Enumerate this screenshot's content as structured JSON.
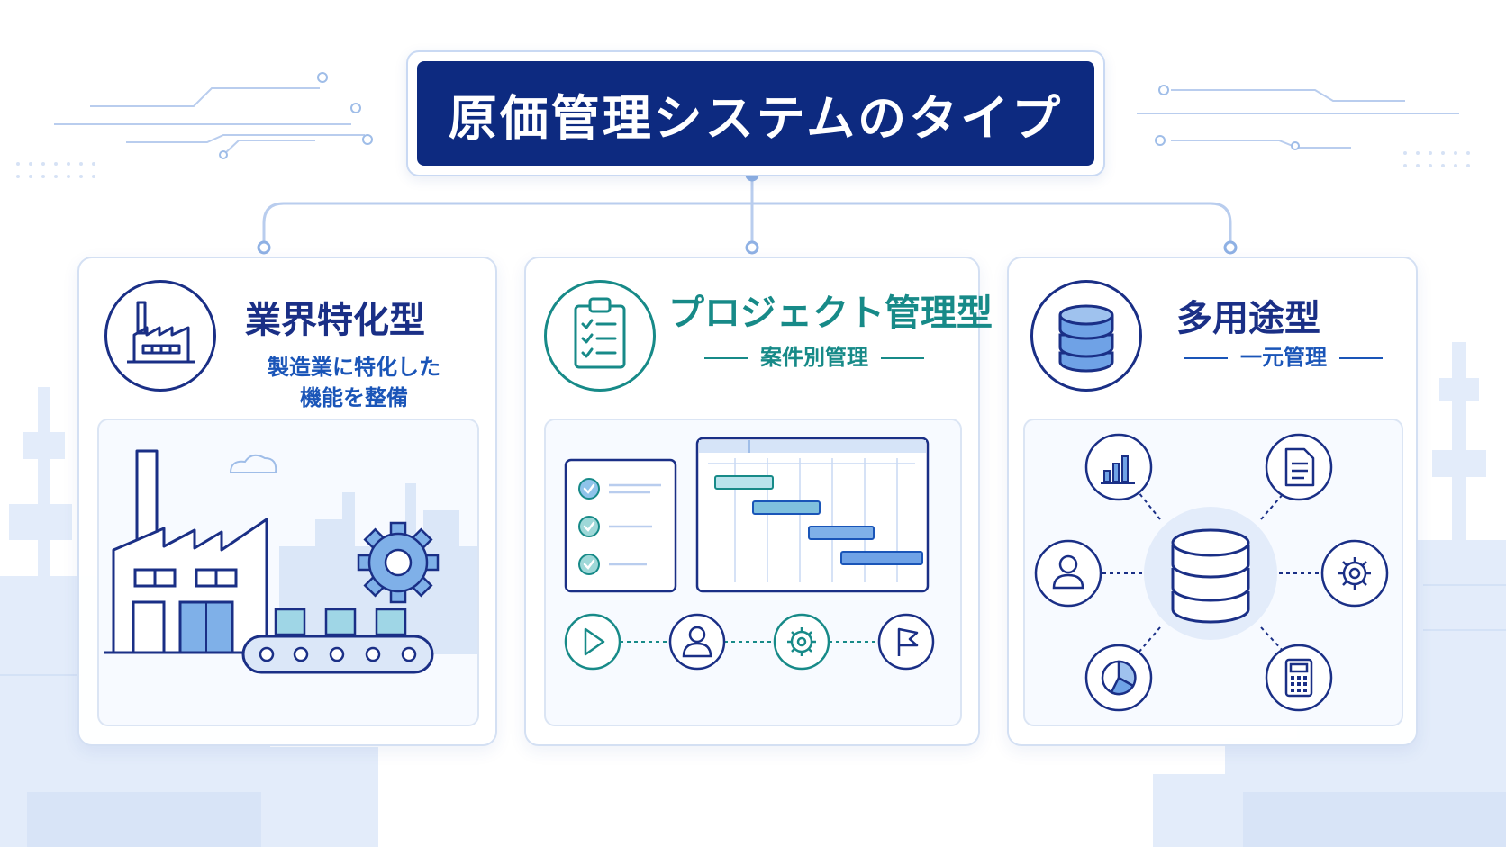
{
  "title": "原価管理システムのタイプ",
  "colors": {
    "navy": "#0d2a80",
    "teal": "#178a88",
    "light_blue": "#7fb0e8",
    "connector": "#b9cdee"
  },
  "types": [
    {
      "name": "業界特化型",
      "description": [
        "製造業に特化した",
        "機能を整備"
      ],
      "icon": "factory-icon",
      "illustration": [
        "factory",
        "gear",
        "conveyor-belt",
        "city-skyline"
      ]
    },
    {
      "name": "プロジェクト管理型",
      "description": [
        "案件別管理"
      ],
      "icon": "clipboard-checklist-icon",
      "illustration": [
        "checklist",
        "gantt-chart",
        "play-icon",
        "user-icon",
        "gear-icon",
        "flag-icon"
      ]
    },
    {
      "name": "多用途型",
      "description": [
        "一元管理"
      ],
      "icon": "database-icon",
      "illustration": [
        "database",
        "bar-chart-icon",
        "document-icon",
        "user-icon",
        "gear-icon",
        "pie-chart-icon",
        "calculator-icon"
      ]
    }
  ]
}
